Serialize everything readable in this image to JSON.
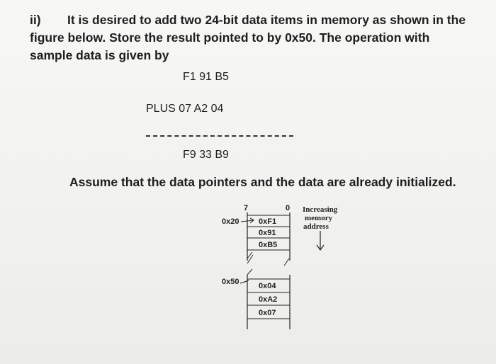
{
  "question": {
    "label": "ii)",
    "line1": "It is desired to add two 24-bit data items in memory as shown in the",
    "line2": "figure below. Store the result pointed to by 0x50. The operation with",
    "line3": "sample data is given by"
  },
  "operation": {
    "operand1": "F1 91 B5",
    "operand2": "PLUS 07 A2 04",
    "result": "F9 33 B9"
  },
  "assumption": "Assume that the data pointers and the data are already initialized.",
  "diagram": {
    "bit_high": "7",
    "bit_low": "0",
    "legend_line1": "Increasing",
    "legend_line2": "memory",
    "legend_line3": "address",
    "pointer1": "0x20",
    "pointer2": "0x50",
    "block1": [
      "0xF1",
      "0x91",
      "0xB5"
    ],
    "block2": [
      "0x04",
      "0xA2",
      "0x07"
    ]
  }
}
